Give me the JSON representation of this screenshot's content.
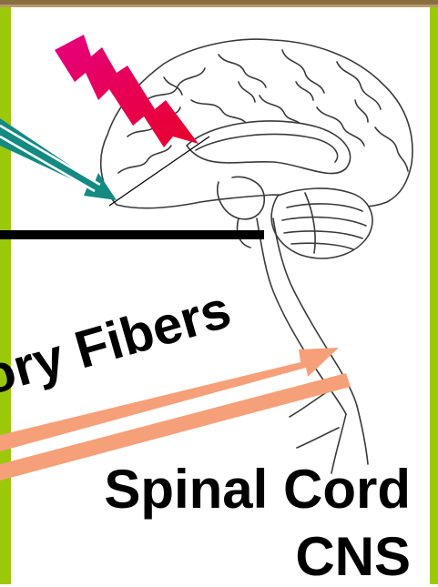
{
  "labels": {
    "spinal_cord": "Spinal Cord",
    "cns": "CNS",
    "fibers": "ory Fibers"
  },
  "colors": {
    "background": "#ffffff",
    "border_green": "#9cc80a",
    "teal_arrow": "#138a82",
    "pain_bolt": "#e6007e",
    "bolt_tip": "#e8002a",
    "fiber_arrow": "#f6a07a",
    "black_line": "#000000",
    "brain_outline": "#3a3a3a"
  },
  "icons": {
    "pain_signal": "lightning-bolt-icon",
    "brain": "brain-illustration",
    "spinal_cord": "spinal-cord-illustration"
  }
}
